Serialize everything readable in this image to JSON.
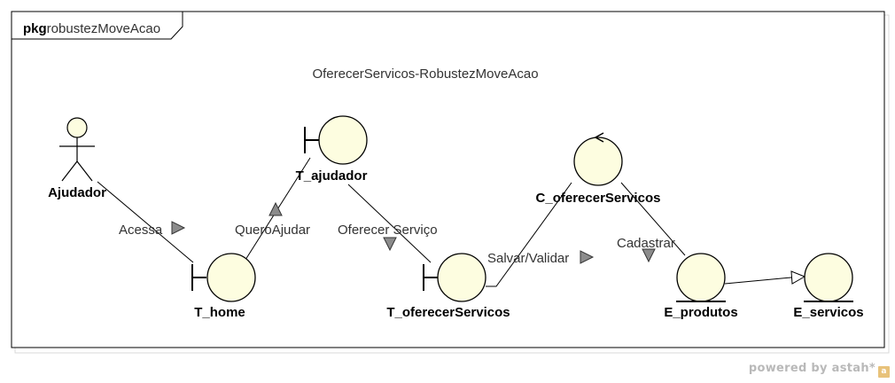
{
  "package": {
    "keyword": "pkg",
    "name": "robustezMoveAcao",
    "diagram_title": "OferecerServicos-RobustezMoveAcao"
  },
  "elements": {
    "ajudador": "Ajudador",
    "t_home": "T_home",
    "t_ajudador": "T_ajudador",
    "t_oferecerServicos": "T_oferecerServicos",
    "c_oferecerServicos": "C_oferecerServicos",
    "e_produtos": "E_produtos",
    "e_servicos": "E_servicos"
  },
  "messages": {
    "acessa": "Acessa",
    "quero_ajudar": "QueroAjudar",
    "oferecer_servico": "Oferecer Serviço",
    "salvar_validar": "Salvar/Validar",
    "cadastrar": "Cadastrar"
  },
  "watermark": "powered by astah*",
  "colors": {
    "element_fill": "#fdfde0",
    "stroke": "#000000",
    "arrow_fill": "#8c8c8c"
  }
}
